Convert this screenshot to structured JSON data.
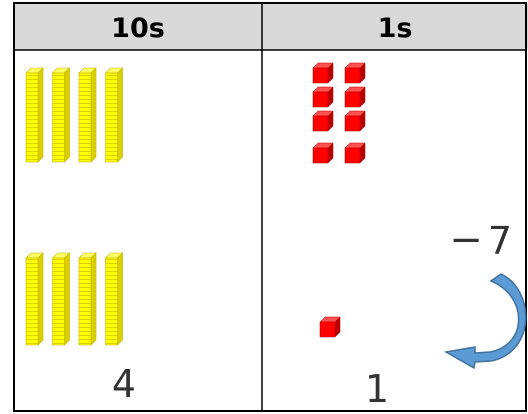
{
  "table": {
    "headers": [
      "10s",
      "1s"
    ],
    "header_fill": "#d9d9d9",
    "border_color": "#000000"
  },
  "tens_column": {
    "top_group_rods": 4,
    "bottom_group_rods": 4,
    "rod_color": "#ffff00",
    "rod_edge_color": "#c8b400",
    "result": "4"
  },
  "ones_column": {
    "top_group_cubes": 8,
    "bottom_group_cubes": 1,
    "cube_color": "#ff0000",
    "result": "1"
  },
  "operation": {
    "symbol": "−",
    "amount": "7",
    "arrow_icon": "curved-arrow-icon",
    "arrow_color": "#5b9bd5"
  }
}
